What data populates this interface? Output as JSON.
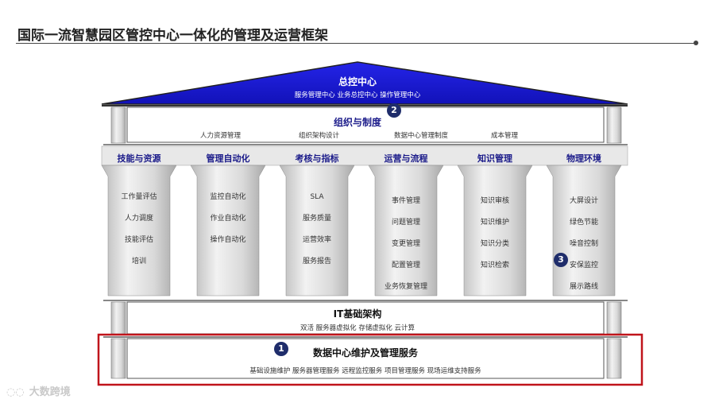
{
  "title": "国际一流智慧园区管控中心一体化的管理及运营框架",
  "roof": {
    "title": "总控中心",
    "subtitle": "服务管理中心  业务总控中心  操作管理中心"
  },
  "beam": {
    "title": "组织与制度",
    "items": [
      "人力资源管理",
      "组织架构设计",
      "数据中心管理制度",
      "成本管理"
    ]
  },
  "pillars": [
    {
      "title": "技能与资源",
      "items": [
        "工作量评估",
        "人力调度",
        "技能评估",
        "培训"
      ]
    },
    {
      "title": "管理自动化",
      "items": [
        "监控自动化",
        "作业自动化",
        "操作自动化"
      ]
    },
    {
      "title": "考核与指标",
      "items": [
        "SLA",
        "服务质量",
        "运营效率",
        "服务报告"
      ]
    },
    {
      "title": "运营与流程",
      "items": [
        "事件管理",
        "问题管理",
        "变更管理",
        "配置管理",
        "业务恢复管理"
      ]
    },
    {
      "title": "知识管理",
      "items": [
        "知识审核",
        "知识维护",
        "知识分类",
        "知识检索"
      ]
    },
    {
      "title": "物理环境",
      "items": [
        "大屏设计",
        "绿色节能",
        "噪音控制",
        "安保监控",
        "展示路线"
      ]
    }
  ],
  "it_layer": {
    "title": "IT基础架构",
    "subtitle": "双活  服务器虚拟化  存储虚拟化  云计算"
  },
  "dc_layer": {
    "title": "数据中心维护及管理服务",
    "subtitle": "基础设施维护  服务器管理服务  远程监控服务  项目管理服务  现场运维支持服务"
  },
  "badges": [
    "1",
    "2",
    "3"
  ],
  "watermark": "大数跨境",
  "colors": {
    "roof": "#1a1ad6",
    "highlight_border": "#c0141b",
    "badge": "#1f2d6b",
    "heading_text": "#1b1b8a"
  }
}
